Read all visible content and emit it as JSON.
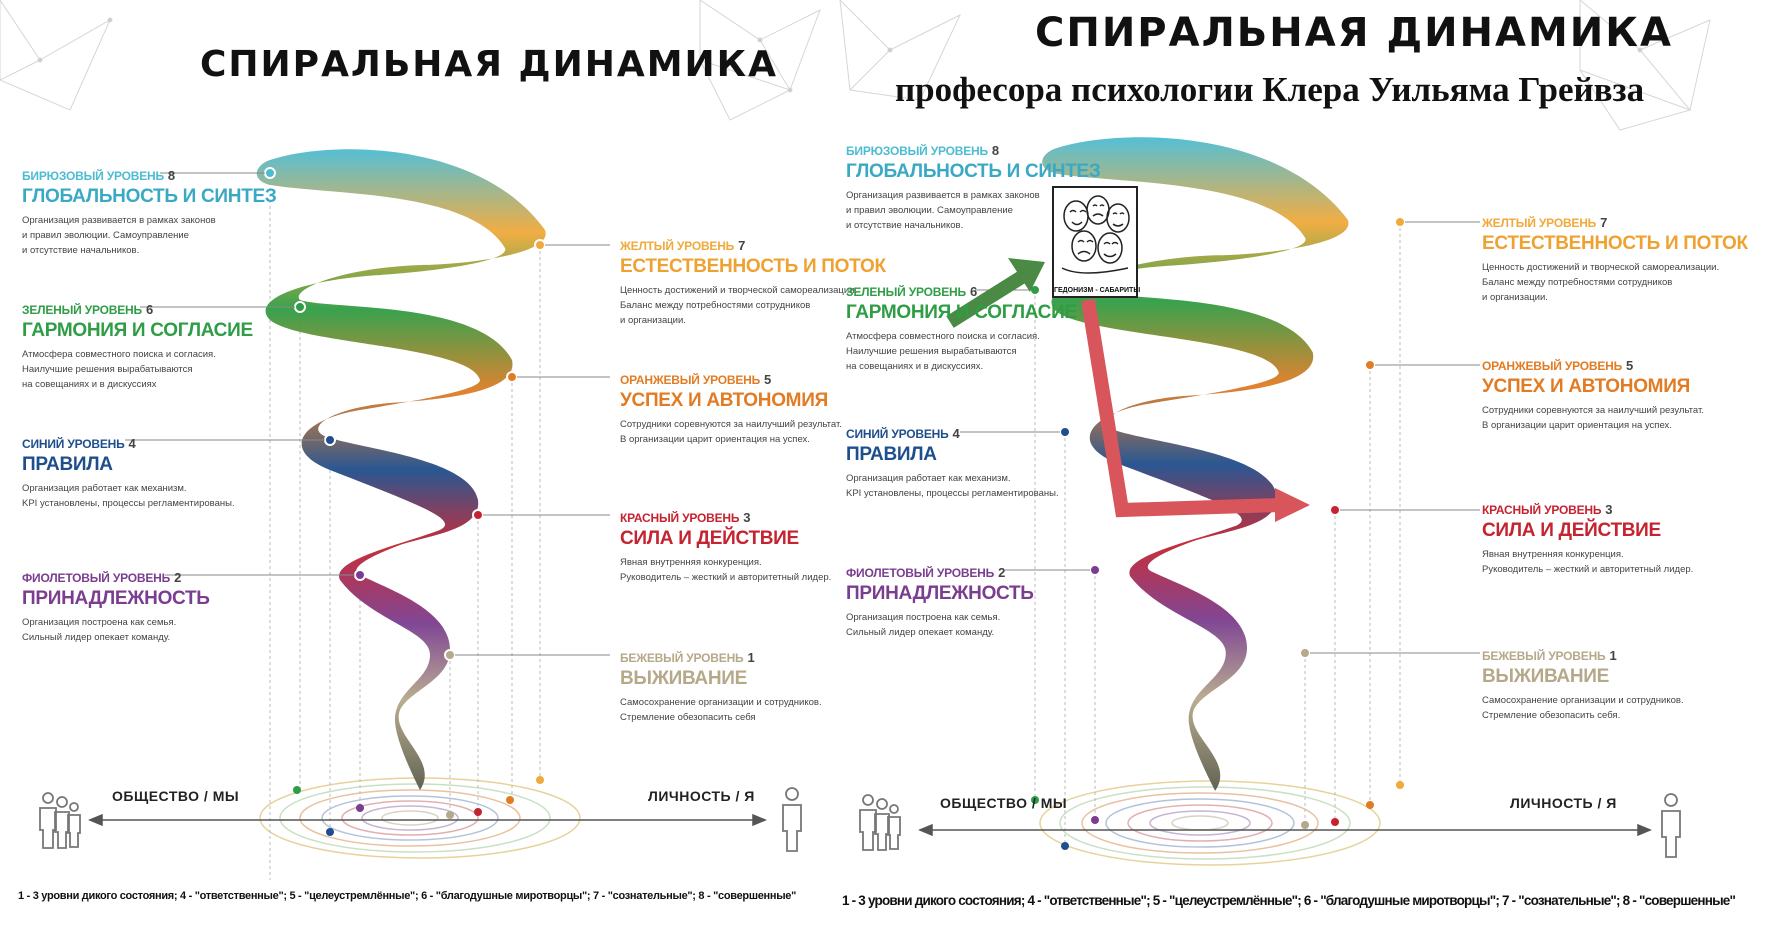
{
  "colors": {
    "turquoise": "#4cbcd3",
    "green": "#2e9d45",
    "blue": "#1f4e8c",
    "purple": "#7a3d8f",
    "yellow": "#f0a93a",
    "orange": "#e27c24",
    "red": "#c4232f",
    "beige": "#b5a98a",
    "hedonism_arrow": "#4a8a45",
    "red_arrow": "#d9555c"
  },
  "icons": [
    "people-group-icon",
    "person-icon",
    "theater-masks-icon",
    "network-pattern"
  ],
  "left": {
    "title": "СПИРАЛЬНАЯ ДИНАМИКА",
    "axis_left": "ОБЩЕСТВО / МЫ",
    "axis_right": "ЛИЧНОСТЬ / Я",
    "footer": "1 - 3 уровни дикого состояния; 4 - \"ответственные\"; 5 - \"целеустремлённые\"; 6 - \"благодушные миротворцы\"; 7 - \"сознательные\"; 8 - \"совершенные\"",
    "levels": [
      {
        "name": "БИРЮЗОВЫЙ УРОВЕНЬ",
        "num": "8",
        "head": "ГЛОБАЛЬНОСТЬ И СИНТЕЗ",
        "desc": "Организация развивается в рамках законов\nи правил эволюции. Самоуправление\nи отсутствие начальников."
      },
      {
        "name": "ЗЕЛЕНЫЙ УРОВЕНЬ",
        "num": "6",
        "head": "ГАРМОНИЯ И СОГЛАСИЕ",
        "desc": "Атмосфера совместного поиска и согласия.\nНаилучшие решения вырабатываются\nна совещаниях и в дискуссиях"
      },
      {
        "name": "СИНИЙ УРОВЕНЬ",
        "num": "4",
        "head": "ПРАВИЛА",
        "desc": "Организация работает как механизм.\nKPI установлены, процессы регламентированы."
      },
      {
        "name": "ФИОЛЕТОВЫЙ УРОВЕНЬ",
        "num": "2",
        "head": "ПРИНАДЛЕЖНОСТЬ",
        "desc": "Организация построена как семья.\nСильный лидер опекает команду."
      },
      {
        "name": "ЖЕЛТЫЙ УРОВЕНЬ",
        "num": "7",
        "head": "ЕСТЕСТВЕННОСТЬ И ПОТОК",
        "desc": "Ценность достижений и творческой самореализации.\nБаланс между потребностями сотрудников\nи организации."
      },
      {
        "name": "ОРАНЖЕВЫЙ УРОВЕНЬ",
        "num": "5",
        "head": "УСПЕХ И АВТОНОМИЯ",
        "desc": "Сотрудники соревнуются за наилучший результат.\nВ организации царит ориентация на успех."
      },
      {
        "name": "КРАСНЫЙ УРОВЕНЬ",
        "num": "3",
        "head": "СИЛА И ДЕЙСТВИЕ",
        "desc": "Явная внутренняя конкуренция.\nРуководитель – жесткий и авторитетный лидер."
      },
      {
        "name": "БЕЖЕВЫЙ УРОВЕНЬ",
        "num": "1",
        "head": "ВЫЖИВАНИЕ",
        "desc": "Самосохранение организации и сотрудников.\nСтремление обезопасить себя"
      }
    ]
  },
  "right": {
    "title": "СПИРАЛЬНАЯ ДИНАМИКА",
    "subtitle": "професора психологии Клера Уильяма Грейвза",
    "axis_left": "ОБЩЕСТВО / МЫ",
    "axis_right": "ЛИЧНОСТЬ / Я",
    "footer": "1 - 3 уровни дикого состояния; 4 - \"ответственные\"; 5 - \"целеустремлённые\"; 6 - \"благодушные миротворцы\"; 7 - \"сознательные\"; 8 - \"совершенные\"",
    "hedonism_label": "ГЕДОНИЗМ - САБАРИТЫ",
    "levels": [
      {
        "name": "БИРЮЗОВЫЙ УРОВЕНЬ",
        "num": "8",
        "head": "ГЛОБАЛЬНОСТЬ И СИНТЕЗ",
        "desc": "Организация развивается в рамках законов\nи правил эволюции. Самоуправление\nи отсутствие начальников."
      },
      {
        "name": "ЗЕЛЕНЫЙ УРОВЕНЬ",
        "num": "6",
        "head": "ГАРМОНИЯ И СОГЛАСИЕ",
        "desc": "Атмосфера совместного поиска и согласия.\nНаилучшие решения вырабатываются\nна совещаниях и в дискуссиях."
      },
      {
        "name": "СИНИЙ УРОВЕНЬ",
        "num": "4",
        "head": "ПРАВИЛА",
        "desc": "Организация работает как механизм.\nKPI установлены, процессы регламентированы."
      },
      {
        "name": "ФИОЛЕТОВЫЙ УРОВЕНЬ",
        "num": "2",
        "head": "ПРИНАДЛЕЖНОСТЬ",
        "desc": "Организация построена как семья.\nСильный лидер опекает команду."
      },
      {
        "name": "ЖЕЛТЫЙ УРОВЕНЬ",
        "num": "7",
        "head": "ЕСТЕСТВЕННОСТЬ И ПОТОК",
        "desc": "Ценность достижений и творческой самореализации.\nБаланс между потребностями сотрудников\nи организации."
      },
      {
        "name": "ОРАНЖЕВЫЙ УРОВЕНЬ",
        "num": "5",
        "head": "УСПЕХ И АВТОНОМИЯ",
        "desc": "Сотрудники соревнуются за наилучший результат.\nВ организации царит ориентация на успех."
      },
      {
        "name": "КРАСНЫЙ УРОВЕНЬ",
        "num": "3",
        "head": "СИЛА И ДЕЙСТВИЕ",
        "desc": "Явная внутренняя конкуренция.\nРуководитель – жесткий и авторитетный лидер."
      },
      {
        "name": "БЕЖЕВЫЙ УРОВЕНЬ",
        "num": "1",
        "head": "ВЫЖИВАНИЕ",
        "desc": "Самосохранение организации и сотрудников.\nСтремление обезопасить себя."
      }
    ]
  }
}
